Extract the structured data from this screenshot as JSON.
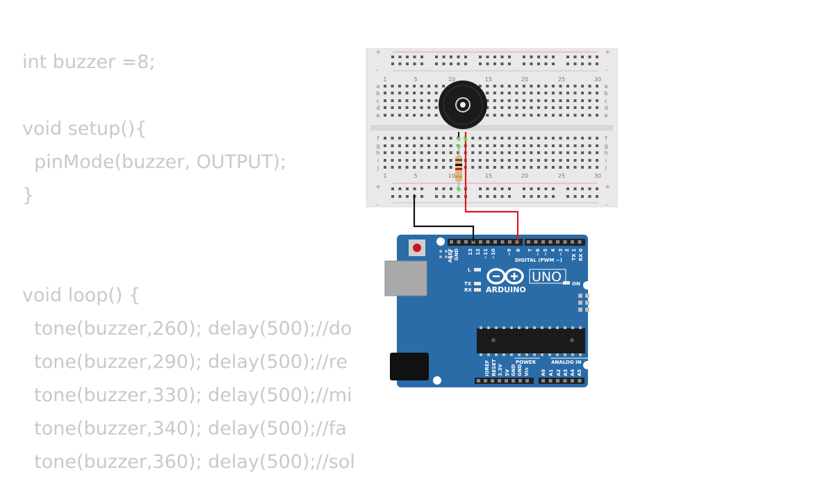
{
  "code": {
    "lines": [
      "int buzzer =8;",
      "",
      "void setup(){",
      "  pinMode(buzzer, OUTPUT);",
      "}",
      "",
      "",
      "void loop() {",
      "  tone(buzzer,260); delay(500);//do",
      "  tone(buzzer,290); delay(500);//re",
      "  tone(buzzer,330); delay(500);//mi",
      "  tone(buzzer,340); delay(500);//fa",
      "  tone(buzzer,360); delay(500);//sol"
    ]
  },
  "breadboard": {
    "column_numbers": [
      "1",
      "5",
      "10",
      "15",
      "20",
      "25",
      "30"
    ],
    "top_rows": [
      "a",
      "b",
      "c",
      "d",
      "e"
    ],
    "bottom_rows": [
      "f",
      "g",
      "h",
      "i",
      "j"
    ],
    "rail_plus": "+",
    "rail_minus": "-"
  },
  "arduino": {
    "logo_text": "ARDUINO",
    "model": "UNO",
    "digital_label": "DIGITAL (PWM ~)",
    "power_label": "POWER",
    "analog_label": "ANALOG IN",
    "on_label": "ON",
    "led_l": "L",
    "led_tx": "TX",
    "led_rx": "RX",
    "top_pins": [
      "AREF",
      "GND",
      "13",
      "12",
      "~11",
      "~10",
      "~9",
      "8",
      "7",
      "~6",
      "~5",
      "4",
      "~3",
      "2",
      "TX 1",
      "RX 0"
    ],
    "power_pins": [
      "IOREF",
      "RESET",
      "3.3V",
      "5V",
      "GND",
      "GND",
      "Vin"
    ],
    "analog_pins": [
      "A0",
      "A1",
      "A2",
      "A3",
      "A4",
      "A5"
    ]
  },
  "colors": {
    "code_text": "#c9c9c9",
    "board_blue": "#2a6ca8",
    "wire_red": "#e0161b",
    "wire_black": "#111111"
  }
}
